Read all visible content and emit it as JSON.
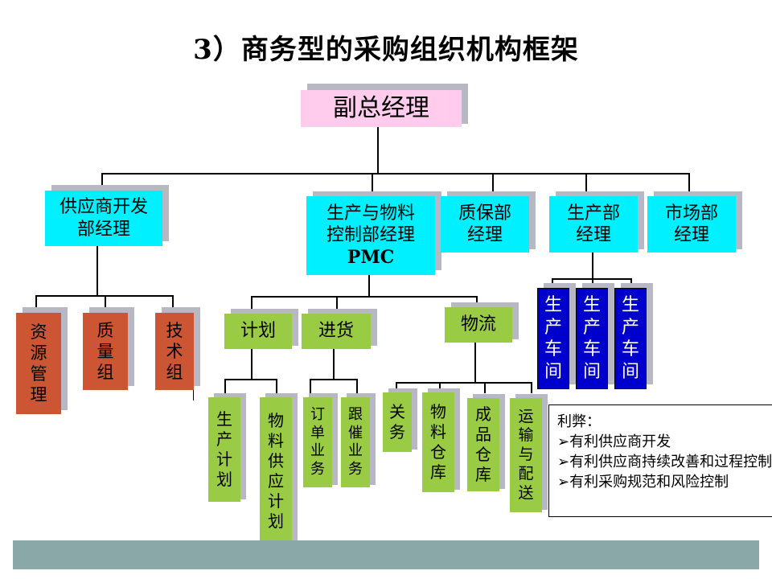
{
  "title": "3）商务型的采购组织机构框架",
  "top": "副总经理",
  "departments": {
    "supplier_dev": [
      "供应商开发",
      "部经理"
    ],
    "pmc": [
      "生产与物料",
      "控制部经理",
      "PMC"
    ],
    "quality": [
      "质保部",
      "经理"
    ],
    "production": [
      "生产部",
      "经理"
    ],
    "market": [
      "市场部",
      "经理"
    ]
  },
  "supplier_groups": [
    [
      "资",
      "源",
      "管",
      "理"
    ],
    [
      "质",
      "量",
      "组"
    ],
    [
      "技",
      "术",
      "组"
    ]
  ],
  "pmc_groups": {
    "plan": "计划",
    "purchase": "进货",
    "logistics": "物流"
  },
  "plan_items": [
    [
      "生",
      "产",
      "计",
      "划"
    ],
    [
      "物",
      "料",
      "供",
      "应",
      "计",
      "划"
    ]
  ],
  "purchase_items": [
    [
      "订",
      "单",
      "业",
      "务"
    ],
    [
      "跟",
      "催",
      "业",
      "务"
    ]
  ],
  "logistics_items": [
    [
      "关",
      "务"
    ],
    [
      "物",
      "料",
      "仓",
      "库"
    ],
    [
      "成",
      "品",
      "仓",
      "库"
    ],
    [
      "运",
      "输",
      "与",
      "配",
      "送"
    ]
  ],
  "workshops": [
    [
      "生",
      "产",
      "车",
      "间"
    ],
    [
      "生",
      "产",
      "车",
      "间"
    ],
    [
      "生",
      "产",
      "车",
      "间"
    ]
  ],
  "benefits": {
    "heading": "利弊：",
    "items": [
      "➢有利供应商开发",
      "➢有利供应商持续改善和过程控制",
      "➢有利采购规范和风险控制"
    ]
  },
  "colors": {
    "pink": "#ffccee",
    "cyan": "#00f0ff",
    "green": "#99cc44",
    "red": "#cc5533",
    "blue": "#0000cc",
    "footer": "#8aa8a8"
  }
}
